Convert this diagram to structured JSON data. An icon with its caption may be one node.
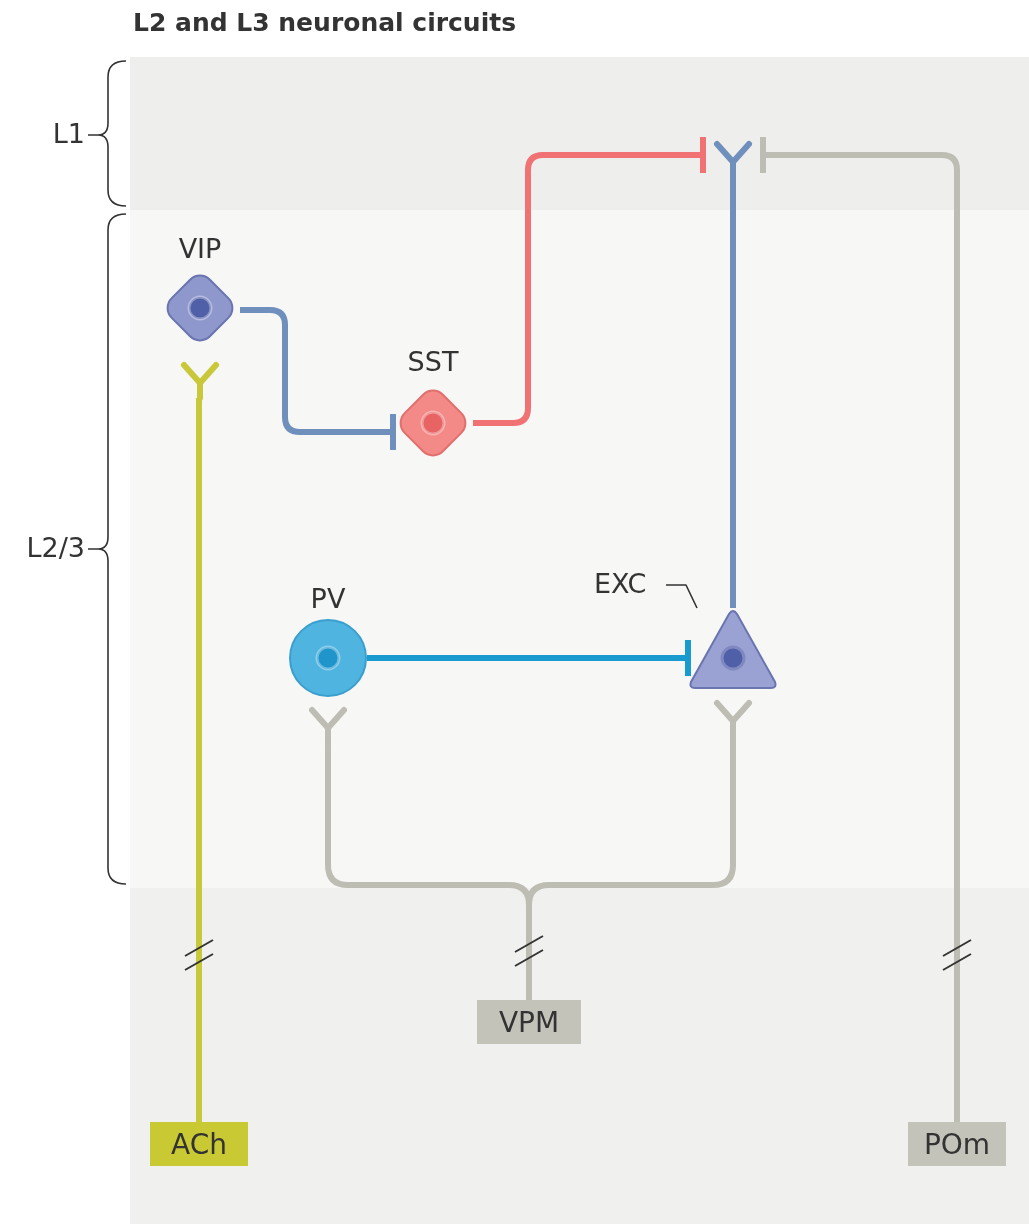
{
  "diagram": {
    "title": "L2 and L3 neuronal circuits",
    "nodes": [
      {
        "text": [
          "L1"
        ]
      },
      {
        "text": [
          "L2/3"
        ]
      },
      {
        "text": [],
        "shape": "fork",
        "in": 0
      },
      {
        "text": [
          "VIP"
        ],
        "in": 1
      },
      {
        "text": [
          "SST"
        ],
        "in": 1
      },
      {
        "text": [
          "EXC"
        ],
        "in": 1
      },
      {
        "text": [
          "PV"
        ],
        "in": 1
      },
      {
        "text": [],
        "shape": "triangle",
        "in": 1
      },
      {
        "text": [
          "VPM"
        ]
      },
      {
        "text": [
          "ACh"
        ]
      },
      {
        "text": [
          "POm"
        ]
      }
    ],
    "edges": [
      {
        "from": 9,
        "to": 3,
        "arrow": "none",
        "color": "#c8c83a"
      },
      {
        "from": 3,
        "to": 4,
        "arrow": "other",
        "color": "#6f8fbd"
      },
      {
        "from": 4,
        "to": 2,
        "arrow": "other",
        "color": "#f07273"
      },
      {
        "from": 10,
        "to": 2,
        "arrow": "other"
      },
      {
        "from": 7,
        "to": 2,
        "arrow": "none",
        "color": "#6f8fbd"
      },
      {
        "from": 6,
        "to": 7,
        "arrow": "other",
        "color": "#1a9bd0"
      },
      {
        "from": 8,
        "to": 6,
        "arrow": "none"
      },
      {
        "from": 8,
        "to": 7,
        "arrow": "none"
      },
      {
        "from": 5,
        "to": 7,
        "arrow": "none",
        "color": "#333333"
      }
    ]
  }
}
